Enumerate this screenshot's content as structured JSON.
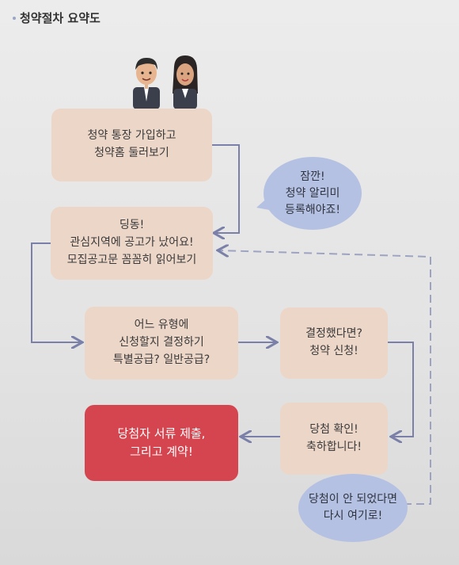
{
  "title": "청약절차 요약도",
  "steps": {
    "step1": "청약 통장 가입하고\n청약홈 둘러보기",
    "step2": "딩동!\n관심지역에 공고가 났어요!\n모집공고문 꼼꼼히 읽어보기",
    "step3": "어느 유형에\n신청할지 결정하기\n특별공급? 일반공급?",
    "step4": "결정했다면?\n청약 신청!",
    "step5": "당첨 확인!\n축하합니다!",
    "step6": "당첨자 서류 제출,\n그리고 계약!"
  },
  "bubbles": {
    "reminder": "잠깐!\n청약 알리미\n등록해야죠!",
    "retry": "당첨이 안 되었다면\n다시 여기로!"
  },
  "colors": {
    "box": "#ecd6c8",
    "final_box": "#d5454f",
    "bubble": "#b5c1e2",
    "arrow": "#7b80a8"
  }
}
